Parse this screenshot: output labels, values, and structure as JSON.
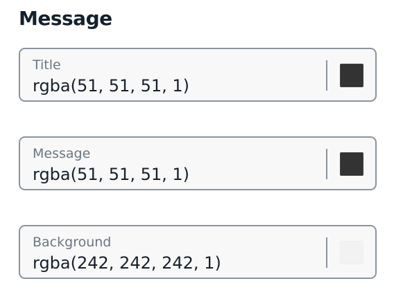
{
  "section": {
    "title": "Message"
  },
  "fields": [
    {
      "label": "Title",
      "value": "rgba(51, 51, 51, 1)",
      "swatch_color": "#333333"
    },
    {
      "label": "Message",
      "value": "rgba(51, 51, 51, 1)",
      "swatch_color": "#333333"
    },
    {
      "label": "Background",
      "value": "rgba(242, 242, 242, 1)",
      "swatch_color": "#f2f2f2"
    }
  ]
}
